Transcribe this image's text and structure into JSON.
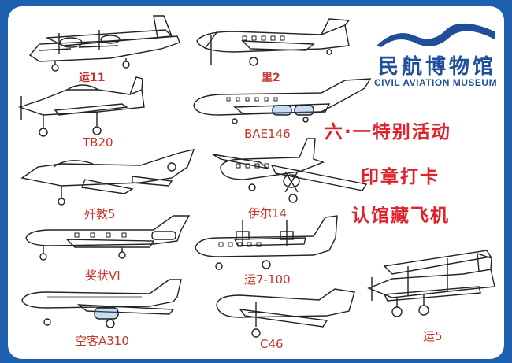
{
  "logo": {
    "name_cn": "民航博物馆",
    "name_en": "CIVIL AVIATION MUSEUM",
    "color": "#1f4f9a"
  },
  "slogans": [
    "六·一特别活动",
    "印章打卡",
    "认馆藏飞机"
  ],
  "aircraft": [
    {
      "label": "运11"
    },
    {
      "label": "里2"
    },
    {
      "label": "TB20"
    },
    {
      "label": "BAE146"
    },
    {
      "label": "歼教5"
    },
    {
      "label": "伊尔14"
    },
    {
      "label": "奖状VI"
    },
    {
      "label": "运7-100"
    },
    {
      "label": "空客A310"
    },
    {
      "label": "C46"
    },
    {
      "label": "运5"
    }
  ],
  "colors": {
    "frame": "#1f5fb0",
    "label": "#c4342a",
    "slogan": "#e0202a",
    "engine_fill": "#4a8fd6"
  }
}
